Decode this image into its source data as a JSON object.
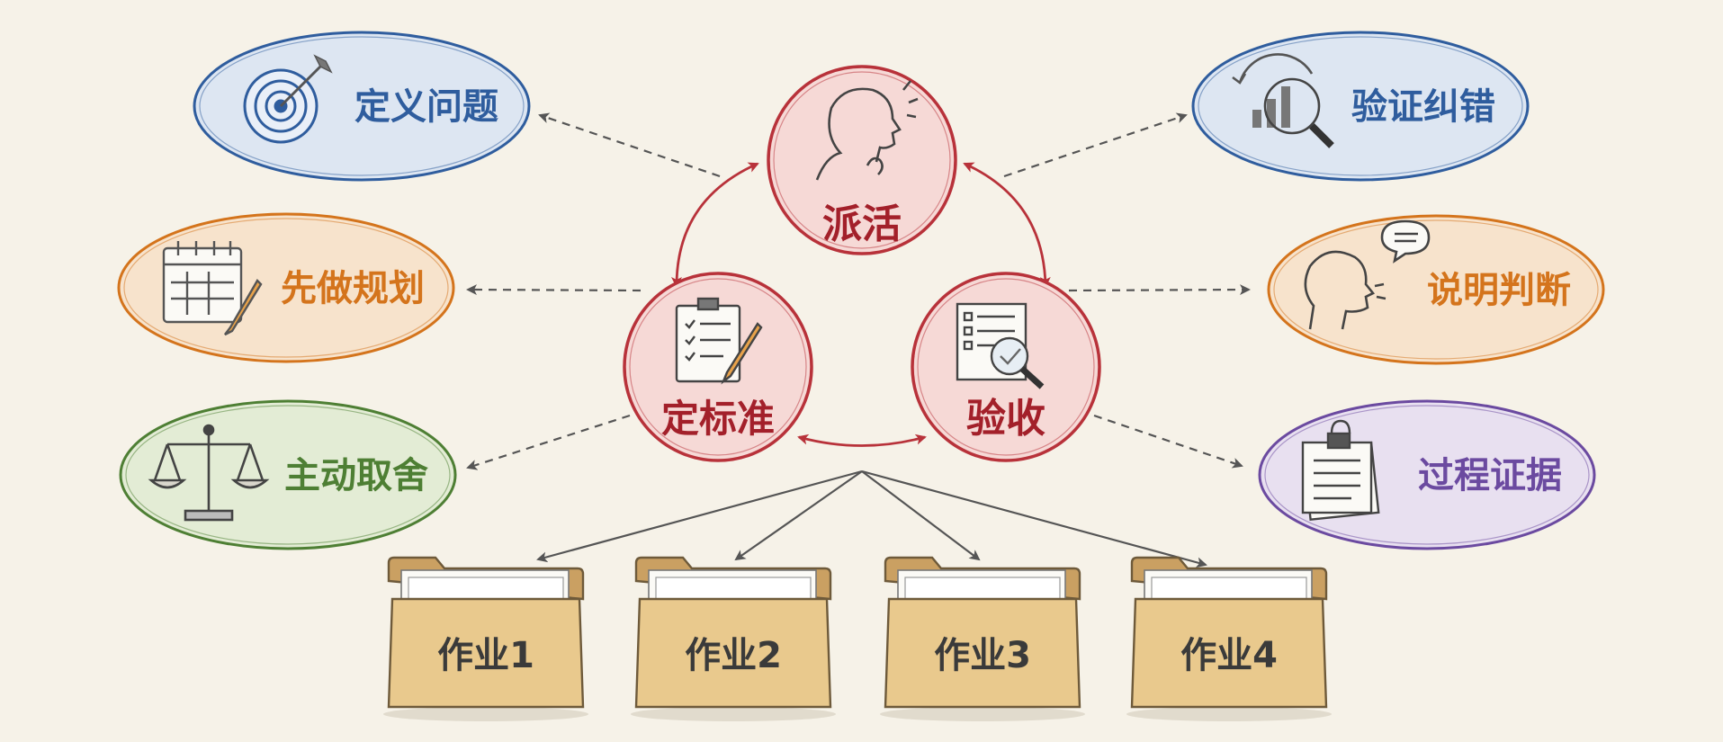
{
  "center": {
    "dispatch": "派活",
    "standard": "定标准",
    "accept": "验收"
  },
  "left_capabilities": [
    {
      "label": "定义问题",
      "icon": "target-icon",
      "color": "#2f5d9e",
      "fill": "#dde6f2"
    },
    {
      "label": "先做规划",
      "icon": "calendar-pencil-icon",
      "color": "#d4741c",
      "fill": "#f7e3cc"
    },
    {
      "label": "主动取舍",
      "icon": "scale-icon",
      "color": "#4e7f34",
      "fill": "#e3ecd5"
    }
  ],
  "right_capabilities": [
    {
      "label": "验证纠错",
      "icon": "chart-magnifier-icon",
      "color": "#2f5d9e",
      "fill": "#dde6f2"
    },
    {
      "label": "说明判断",
      "icon": "speaking-head-icon",
      "color": "#d4741c",
      "fill": "#f7e3cc"
    },
    {
      "label": "过程证据",
      "icon": "documents-clip-icon",
      "color": "#6b4aa0",
      "fill": "#e8e0f0"
    }
  ],
  "assignments": [
    {
      "label": "作业1"
    },
    {
      "label": "作业2"
    },
    {
      "label": "作业3"
    },
    {
      "label": "作业4"
    }
  ],
  "colors": {
    "center_stroke": "#b8323a",
    "center_fill": "#f6d9d6",
    "center_text": "#a3202a",
    "folder": "#e9c98d",
    "folder_dark": "#caa062",
    "ink": "#4a4a4a"
  }
}
